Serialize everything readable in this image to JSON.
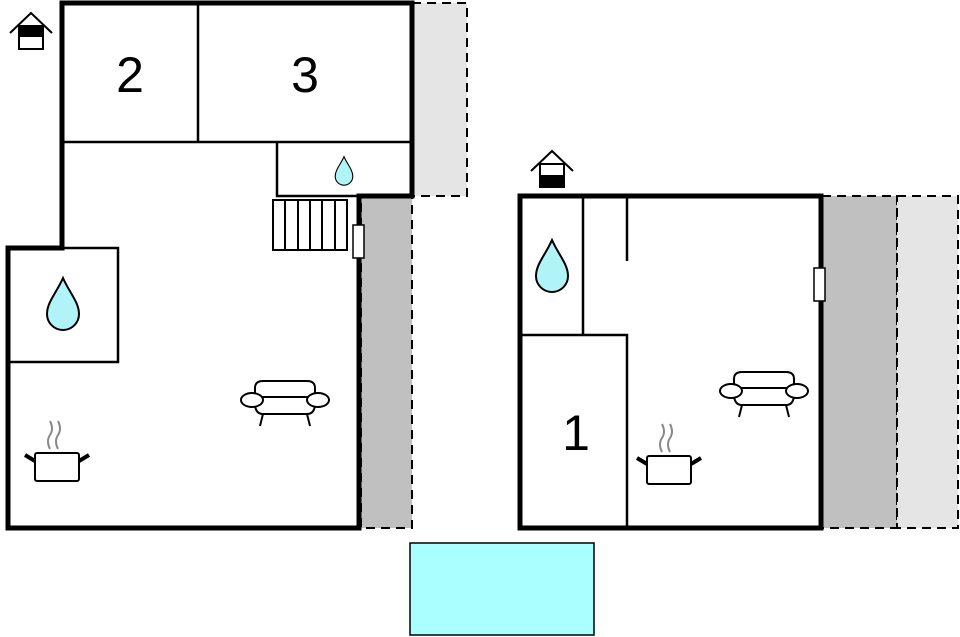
{
  "floor_plan": {
    "upper_floor": {
      "floor_icon": "house-upper-floor-icon",
      "rooms": [
        {
          "label": "2",
          "type": "bedroom"
        },
        {
          "label": "3",
          "type": "bedroom"
        }
      ],
      "icons": [
        "water-drop-icon",
        "water-drop-icon",
        "stairs-icon",
        "door-icon",
        "sofa-icon",
        "cooking-pot-icon"
      ]
    },
    "ground_floor": {
      "floor_icon": "house-ground-floor-icon",
      "rooms": [
        {
          "label": "1",
          "type": "bedroom"
        }
      ],
      "icons": [
        "water-drop-icon",
        "door-icon",
        "sofa-icon",
        "cooking-pot-icon"
      ]
    },
    "colors": {
      "wall": "#000000",
      "water": "#b0f4f8",
      "pool": "#aaffff",
      "terrace_covered": "#c0c0c0",
      "terrace_open": "#e5e5e5"
    }
  }
}
